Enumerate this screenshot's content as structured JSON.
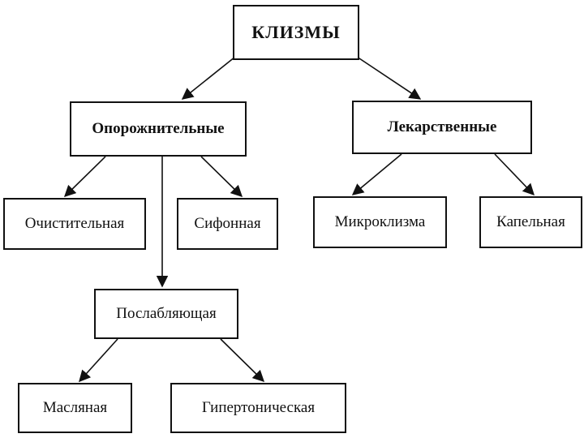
{
  "diagram": {
    "root": "КЛИЗМЫ",
    "level1": {
      "left": "Опорожнительные",
      "right": "Лекарственные"
    },
    "level2": {
      "cleansing": "Очистительная",
      "siphon": "Сифонная",
      "micro": "Микроклизма",
      "drip": "Капельная"
    },
    "level3": {
      "laxative": "Послабляющая"
    },
    "level4": {
      "oil": "Масляная",
      "hypertonic": "Гипертоническая"
    }
  }
}
